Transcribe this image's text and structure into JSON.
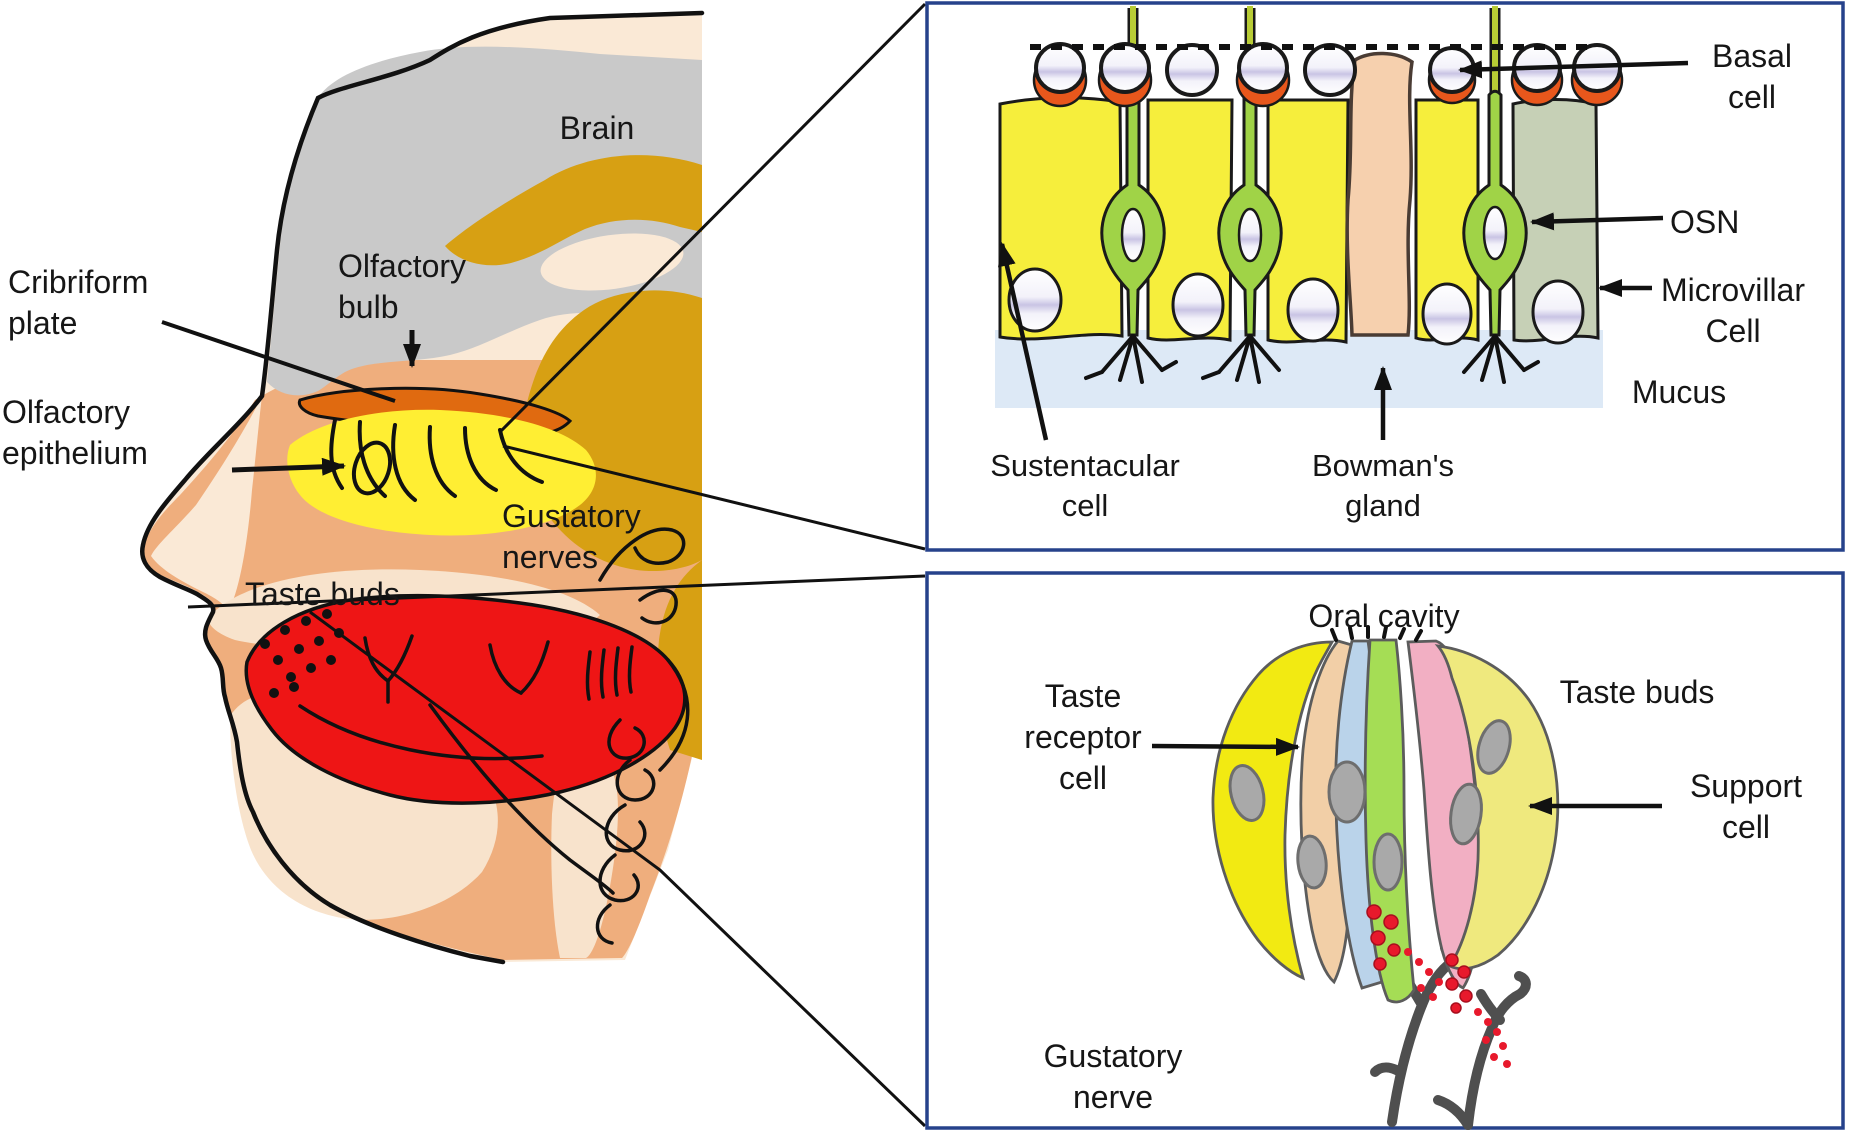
{
  "figure_labels": {
    "head": {
      "brain": "Brain",
      "olfactory_bulb_l1": "Olfactory",
      "olfactory_bulb_l2": "bulb",
      "cribriform_l1": "Cribriform",
      "cribriform_l2": "plate",
      "epithelium_l1": "Olfactory",
      "epithelium_l2": "epithelium",
      "gustatory_nerves_l1": "Gustatory",
      "gustatory_nerves_l2": "nerves",
      "taste_buds": "Taste buds"
    },
    "olfactory_panel": {
      "basal_l1": "Basal",
      "basal_l2": "cell",
      "osn": "OSN",
      "microvillar_l1": "Microvillar",
      "microvillar_l2": "Cell",
      "mucus": "Mucus",
      "sustentacular_l1": "Sustentacular",
      "sustentacular_l2": "cell",
      "bowmans_l1": "Bowman's",
      "bowmans_l2": "gland"
    },
    "taste_panel": {
      "oral_cavity": "Oral cavity",
      "receptor_l1": "Taste",
      "receptor_l2": "receptor",
      "receptor_l3": "cell",
      "taste_buds": "Taste buds",
      "support_l1": "Support",
      "support_l2": "cell",
      "nerve_l1": "Gustatory",
      "nerve_l2": "nerve"
    }
  },
  "colors": {
    "panel_border": "#26428b",
    "skin_light": "#fae9d6",
    "skin_mid": "#efae7d",
    "brain_gray": "#c9c9c9",
    "brain_gold": "#d7a013",
    "cribriform_orange": "#e06a10",
    "epithelium_yellow": "#ffee33",
    "tongue_red": "#ee1515",
    "sustentacular_yellow": "#f6ee3c",
    "osn_green": "#a0d347",
    "microvillar_green": "#c6d0b6",
    "mucus_blue": "#dde9f6",
    "bowman_peach": "#f6d0ae",
    "basal_cup_orange": "#e8571c",
    "nucleus_lavender": "#c9c4e4",
    "bud_outer_yellow": "#f2ea12",
    "bud_support_yellow": "#efe97e",
    "bud_receptor_peach": "#f2cfa7",
    "bud_blue": "#bad3ea",
    "bud_green": "#a5dd55",
    "bud_pink": "#f2afc3",
    "bud_nucleus_gray": "#a9a9a9",
    "nerve_gray": "#4f4f4f",
    "vesicle_red": "#e8192c"
  }
}
